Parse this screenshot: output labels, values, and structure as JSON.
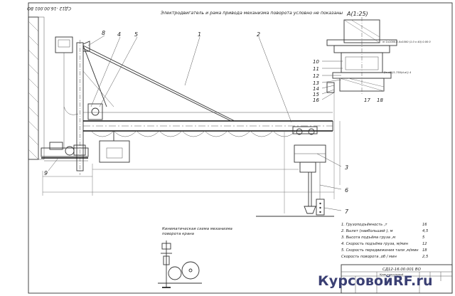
{
  "note_top": "Электродвигатель и рама привода механизма поворота условно не показаны",
  "doc_code_rotated": "СД12 -16.00.001 ВО",
  "doc_code_stamp": "СД12-16.00.001 ВО",
  "stamp_title": "Кран консольный",
  "detail_title": "А(1:25)",
  "detail_note_1": "m 1x1000-1.0x1000 (1.0 x 40) 0.00 0",
  "detail_note_2": "2т к80/1-750(d-a1) 4",
  "kinematic_caption": [
    "Кинематическая схема механизма",
    "поворота крана"
  ],
  "callouts": {
    "main": [
      "1",
      "2",
      "3",
      "4",
      "5",
      "6",
      "7",
      "8",
      "9"
    ],
    "detail": [
      "10",
      "11",
      "12",
      "13",
      "14",
      "15",
      "16",
      "17",
      "18"
    ]
  },
  "specs": [
    "1. Грузоподъёмность ,т",
    "2. Вылет (наибольший ), м",
    "3. Высота подъёма груза ,м",
    "4. Скорость подъёма груза, м/мин",
    "5. Скорость передвижения тали ,м/мин",
    "Скорость поворота ,об / мин"
  ],
  "spec_values": [
    "16",
    "4,5",
    "5",
    "12",
    "18",
    "2,5"
  ],
  "watermark": "КурсовойRF.ru"
}
